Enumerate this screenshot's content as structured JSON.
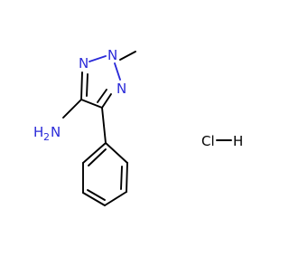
{
  "molecule": {
    "atoms": {
      "n1": "N",
      "n2": "N",
      "n3": "N",
      "amine": "NH",
      "amine_h": "H",
      "amine_h_sub": "2",
      "hcl_cl": "Cl",
      "hcl_h": "H"
    },
    "colors": {
      "nitrogen": "#2a2ad8",
      "carbon": "#000000"
    }
  }
}
